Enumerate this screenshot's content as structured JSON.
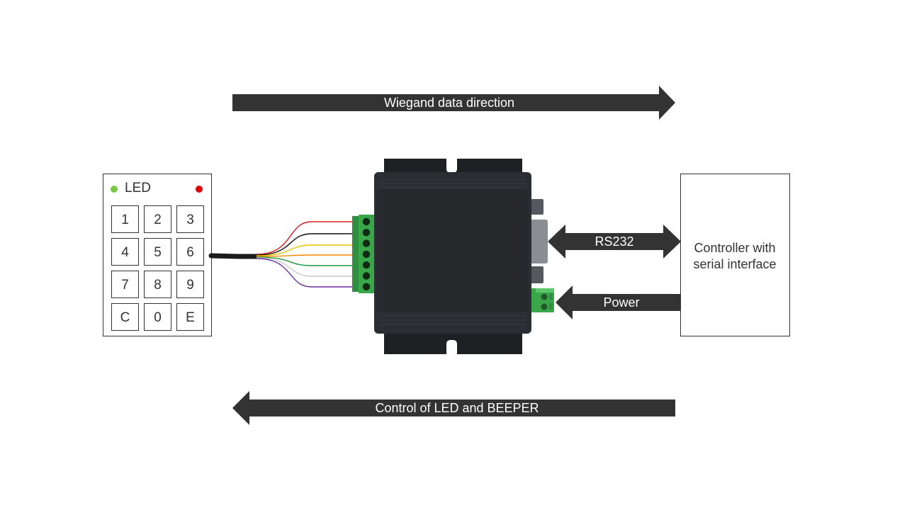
{
  "arrows": {
    "wiegand_label": "Wiegand data direction",
    "control_label": "Control of LED and BEEPER",
    "rs232_label": "RS232",
    "power_label": "Power"
  },
  "keypad": {
    "led_label": "LED",
    "keys": [
      "1",
      "2",
      "3",
      "4",
      "5",
      "6",
      "7",
      "8",
      "9",
      "C",
      "0",
      "E"
    ],
    "led_left_color": "#7ac943",
    "led_right_color": "#e00000"
  },
  "controller": {
    "line1": "Controller with",
    "line2": "serial interface"
  },
  "colors": {
    "arrow": "#333333",
    "converter_body": "#2a2d31",
    "terminal_green": "#3aa64a",
    "wires": [
      "#d62020",
      "#111111",
      "#e8c400",
      "#f08a00",
      "#1a9a3a",
      "#c8c8c8",
      "#6a2fa0"
    ]
  }
}
